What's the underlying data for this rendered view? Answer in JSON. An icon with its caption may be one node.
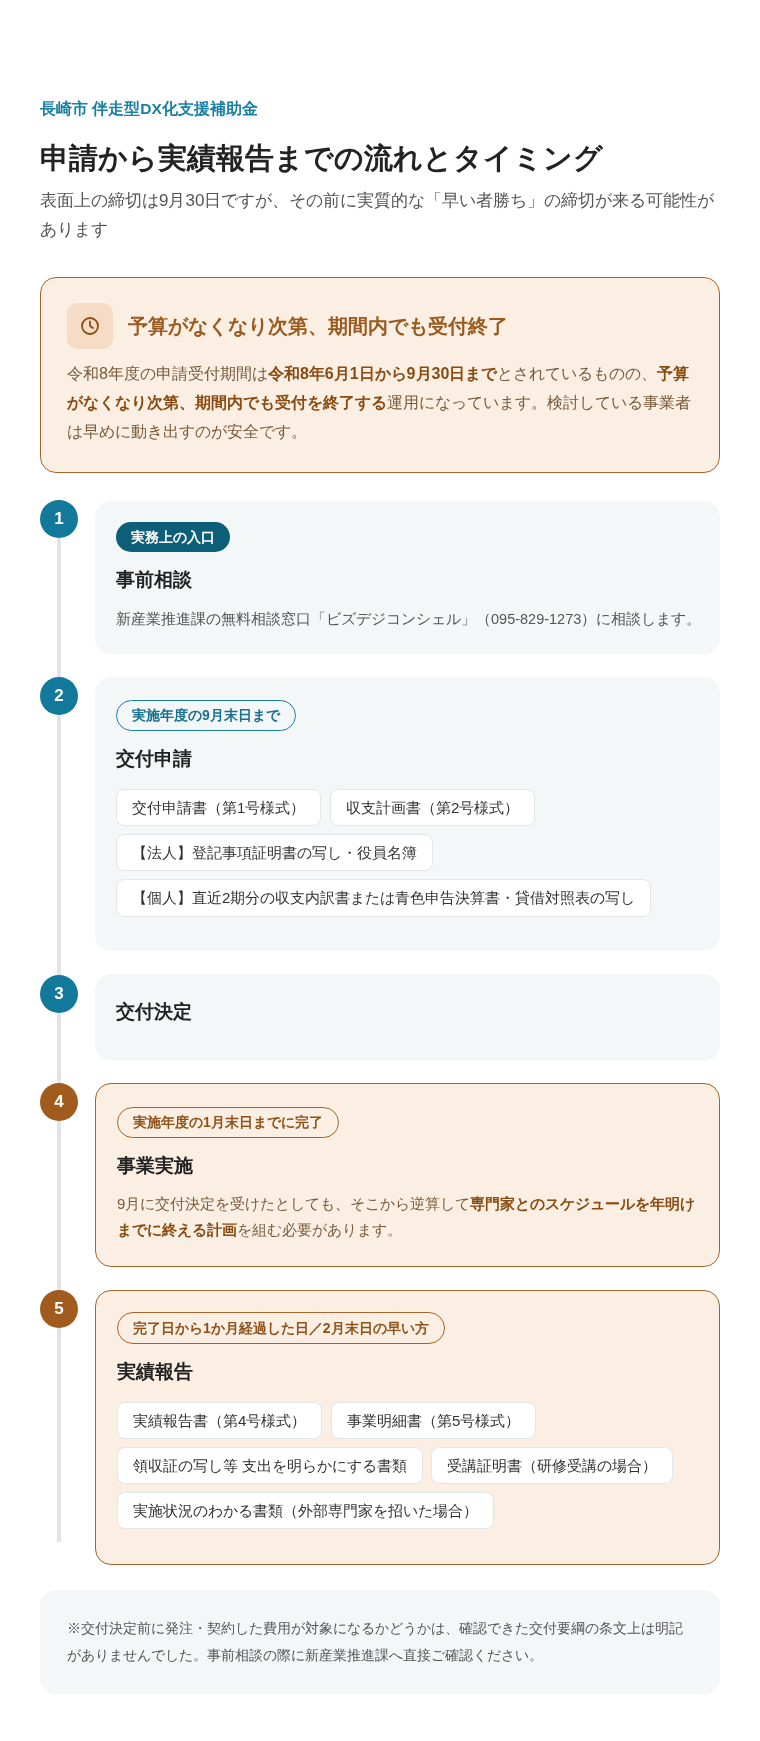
{
  "diagram": {
    "title": "申請から実績報告までの流れとタイミング",
    "nodes": [
      {
        "text": [
          "予算がなくなり次第、期間内でも受付終了",
          "令和8年度の申請受付期間は**令和8年6月1日から9月30日まで**とされているものの、**予算がなくなり次第、期間内でも受付を終了する**運用になっています。検討している事業者は早めに動き出すのが安全です。"
        ]
      },
      {
        "text": [
          "1"
        ]
      },
      {
        "text": [
          "事前相談",
          "新産業推進課の無料相談窓口「ビズデジコンシェル」（095-829-1273）に相談します。"
        ]
      },
      {
        "text": [
          "実務上の入口"
        ],
        "in": 2
      },
      {
        "text": [
          "2"
        ]
      },
      {
        "text": [
          "交付申請"
        ]
      },
      {
        "text": [
          "実施年度の9月末日まで"
        ],
        "in": 5
      },
      {
        "text": [
          "交付申請書（第1号様式）"
        ],
        "in": 5
      },
      {
        "text": [
          "収支計画書（第2号様式）"
        ],
        "in": 5
      },
      {
        "text": [
          "【法人】登記事項証明書の写し・役員名簿"
        ],
        "in": 5
      },
      {
        "text": [
          "【個人】直近2期分の収支内訳書または青色申告決算書・貸借対照表の写し"
        ],
        "in": 5
      },
      {
        "text": [
          "3"
        ]
      },
      {
        "text": [
          "交付決定"
        ]
      },
      {
        "text": [
          "4"
        ]
      },
      {
        "text": [
          "事業実施",
          "9月に交付決定を受けたとしても、そこから逆算して**専門家とのスケジュールを年明けまでに終える計画**を組む必要があります。"
        ]
      },
      {
        "text": [
          "実施年度の1月末日までに完了"
        ],
        "in": 14
      },
      {
        "text": [
          "5"
        ]
      },
      {
        "text": [
          "実績報告"
        ]
      },
      {
        "text": [
          "完了日から1か月経過した日／2月末日の早い方"
        ],
        "in": 17
      },
      {
        "text": [
          "実績報告書（第4号様式）"
        ],
        "in": 17
      },
      {
        "text": [
          "事業明細書（第5号様式）"
        ],
        "in": 17
      },
      {
        "text": [
          "領収証の写し等 支出を明らかにする書類"
        ],
        "in": 17
      },
      {
        "text": [
          "受講証明書（研修受講の場合）"
        ],
        "in": 17
      },
      {
        "text": [
          "実施状況のわかる書類（外部専門家を招いた場合）"
        ],
        "in": 17
      },
      {
        "text": [
          "※交付決定前に発注・契約した費用が対象になるかどうかは、確認できた交付要綱の条文上は明記がありませんでした。事前相談の際に新産業推進課へ直接ご確認ください。"
        ]
      }
    ],
    "edges": [
      {
        "from": 1,
        "to": 4,
        "arrow": "none"
      },
      {
        "from": 4,
        "to": 11,
        "arrow": "none"
      },
      {
        "from": 11,
        "to": 13,
        "arrow": "none"
      },
      {
        "from": 13,
        "to": 16,
        "arrow": "none"
      },
      {
        "from": 16,
        "to": null,
        "arrow": "none"
      }
    ],
    "labels": [
      "長崎市 伴走型DX化支援補助金",
      "表面上の締切は9月30日ですが、その前に実質的な「早い者勝ち」の締切が来る可能性があります"
    ]
  }
}
